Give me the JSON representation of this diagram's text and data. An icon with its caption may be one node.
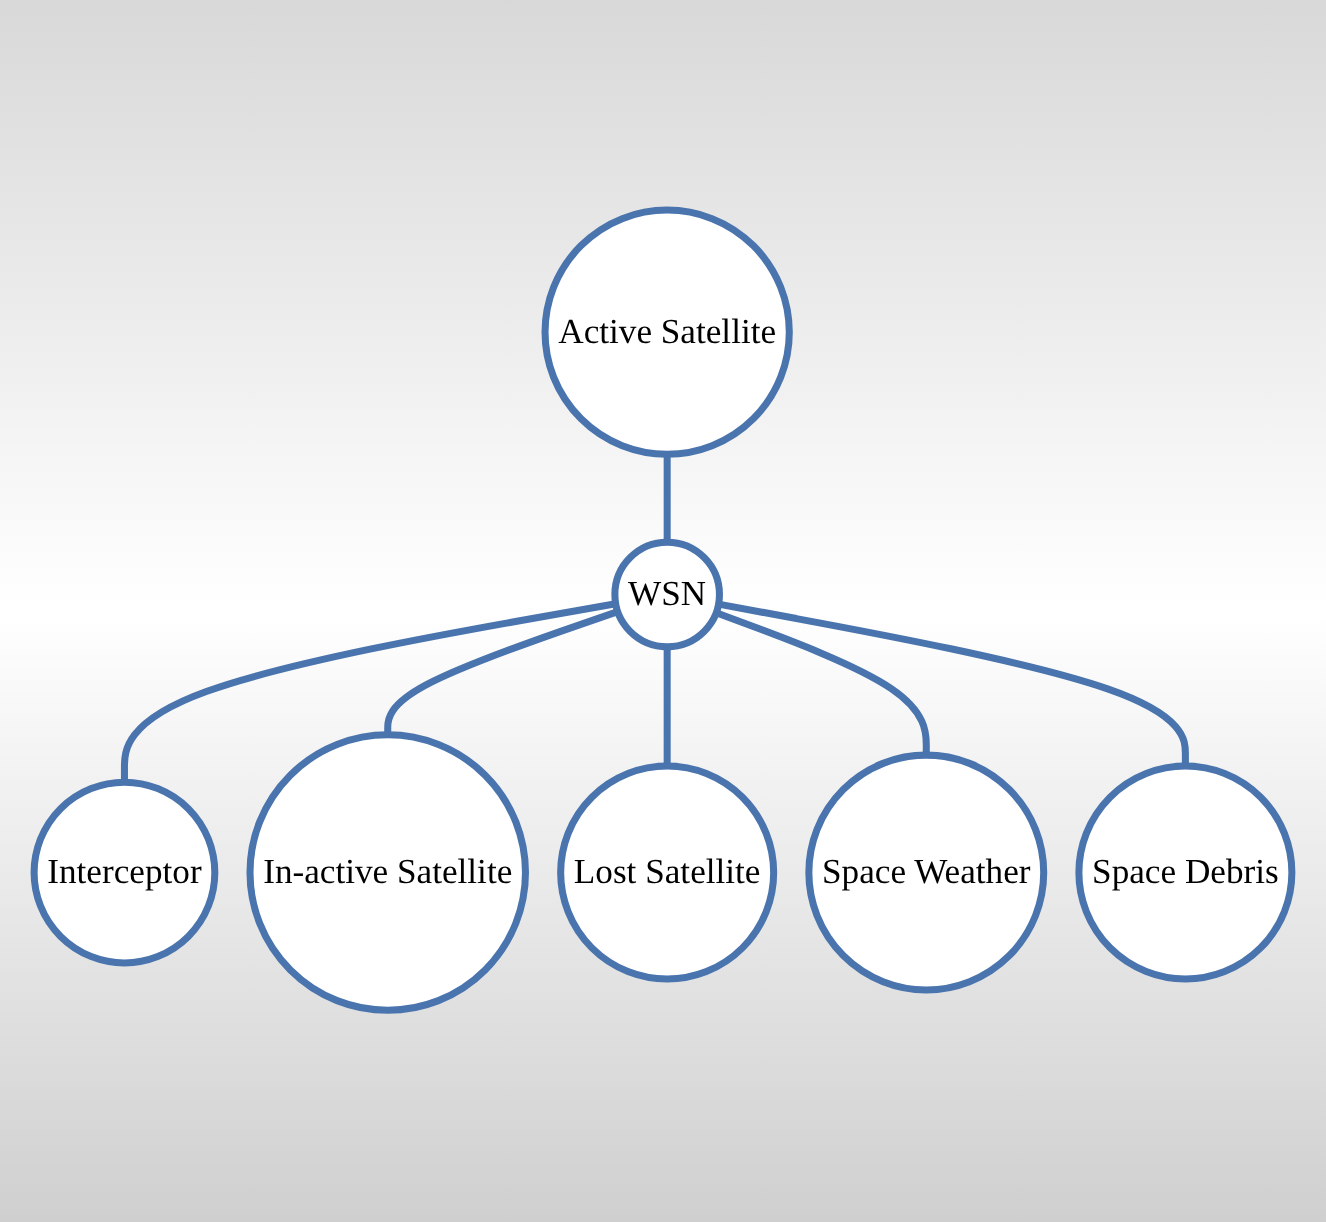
{
  "diagram": {
    "nodes": [
      {
        "text": [
          "Active Satellite"
        ]
      },
      {
        "text": [
          "Interceptor"
        ]
      },
      {
        "text": [
          "WSN"
        ]
      },
      {
        "text": [
          "In-active Satellite"
        ]
      },
      {
        "text": [
          "Lost Satellite"
        ]
      },
      {
        "text": [
          "Space Weather"
        ]
      },
      {
        "text": [
          "Space Debris"
        ]
      }
    ],
    "edges": [
      {
        "from": 0,
        "to": 2,
        "arrow": "none"
      },
      {
        "from": 2,
        "to": 1,
        "arrow": "none"
      },
      {
        "from": 2,
        "to": 3,
        "arrow": "none"
      },
      {
        "from": 2,
        "to": 4,
        "arrow": "none"
      },
      {
        "from": 2,
        "to": 5,
        "arrow": "none"
      },
      {
        "from": 2,
        "to": 6,
        "arrow": "none"
      }
    ]
  }
}
